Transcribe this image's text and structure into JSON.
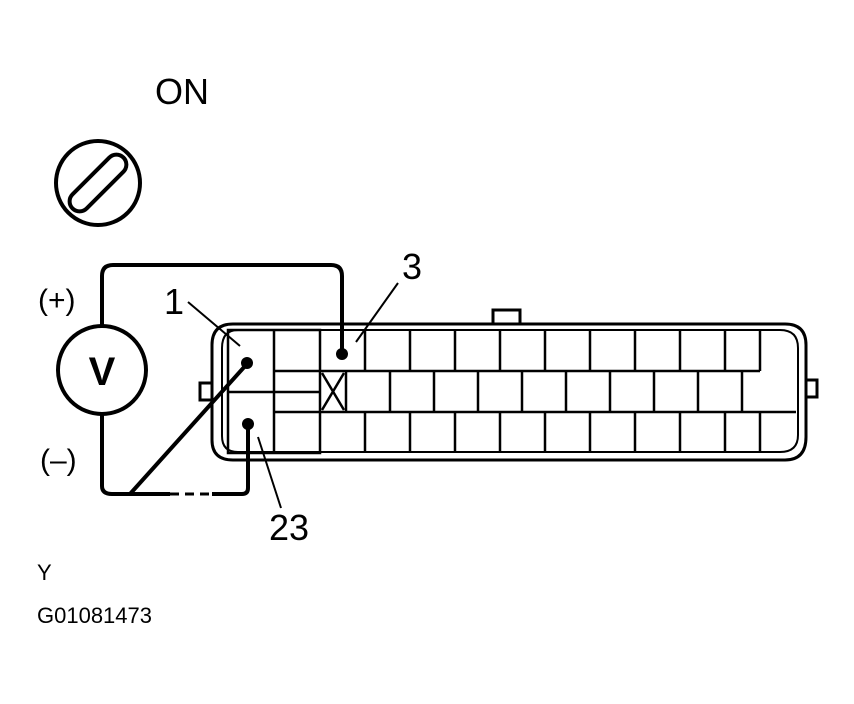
{
  "ignition": {
    "state_label": "ON",
    "icon": "ignition-key-icon"
  },
  "meter": {
    "symbol": "V",
    "positive_label": "(+)",
    "negative_label": "(–)",
    "icon": "voltmeter-icon"
  },
  "pins": {
    "pin_a": "1",
    "pin_b": "3",
    "pin_c": "23"
  },
  "footer": {
    "code": "Y",
    "figure_id": "G01081473"
  }
}
